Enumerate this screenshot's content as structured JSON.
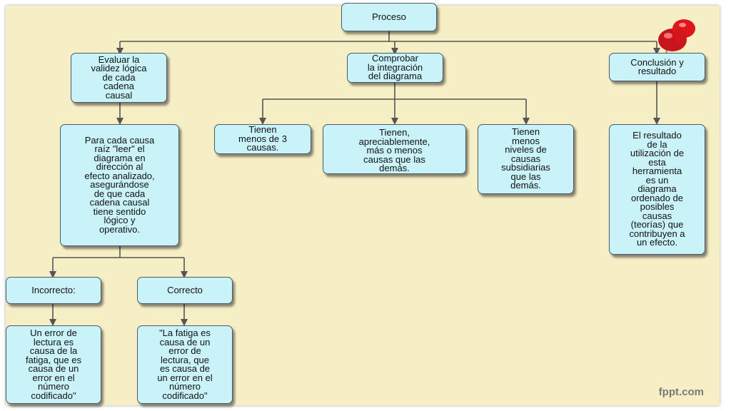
{
  "nodes": {
    "proceso": "Proceso",
    "evaluar": "Evaluar la\nvalidez lógica\nde cada\ncadena\ncausal",
    "comprobar": "Comprobar\nla integración\ndel diagrama",
    "conclusion": "Conclusión y\nresultado",
    "para_cada": "Para cada causa\nraíz \"leer\" el\ndiagrama en\ndirección al\nefecto analizado,\nasegurándose\nde que cada\ncadena causal\ntiene sentido\nlógico y\noperativo.",
    "tienen_menos_3": "Tienen\nmenos de 3\ncausas.",
    "tienen_apreciablemente": "Tienen,\napreciablemente,\nmás o menos\ncausas que las\ndemás.",
    "tienen_menos_niveles": "Tienen\nmenos\nniveles de\ncausas\nsubsidiarias\nque las\ndemás.",
    "resultado": "El resultado\nde la\nutilización de\nesta\nherramienta\nes un\ndiagrama\nordenado de\nposibles\ncausas\n(teorías) que\ncontribuyen a\nun efecto.",
    "incorrecto": "Incorrecto:",
    "correcto": "Correcto",
    "error_incorrecto": "Un error de\nlectura es\ncausa de la\nfatiga, que es\ncausa de un\nerror en el\nnúmero\ncodificado\"",
    "error_correcto": "\"La fatiga es\ncausa de un\nerror de\nlectura, que\nes causa de\nun error en el\nnúmero\ncodificado\""
  },
  "watermark": "fppt.com",
  "colors": {
    "background": "#f6efc6",
    "box_fill": "#c9f3f8",
    "connector": "#555555",
    "pin": "#e0161e"
  },
  "icons": {
    "pin": "push-pin-icon"
  }
}
